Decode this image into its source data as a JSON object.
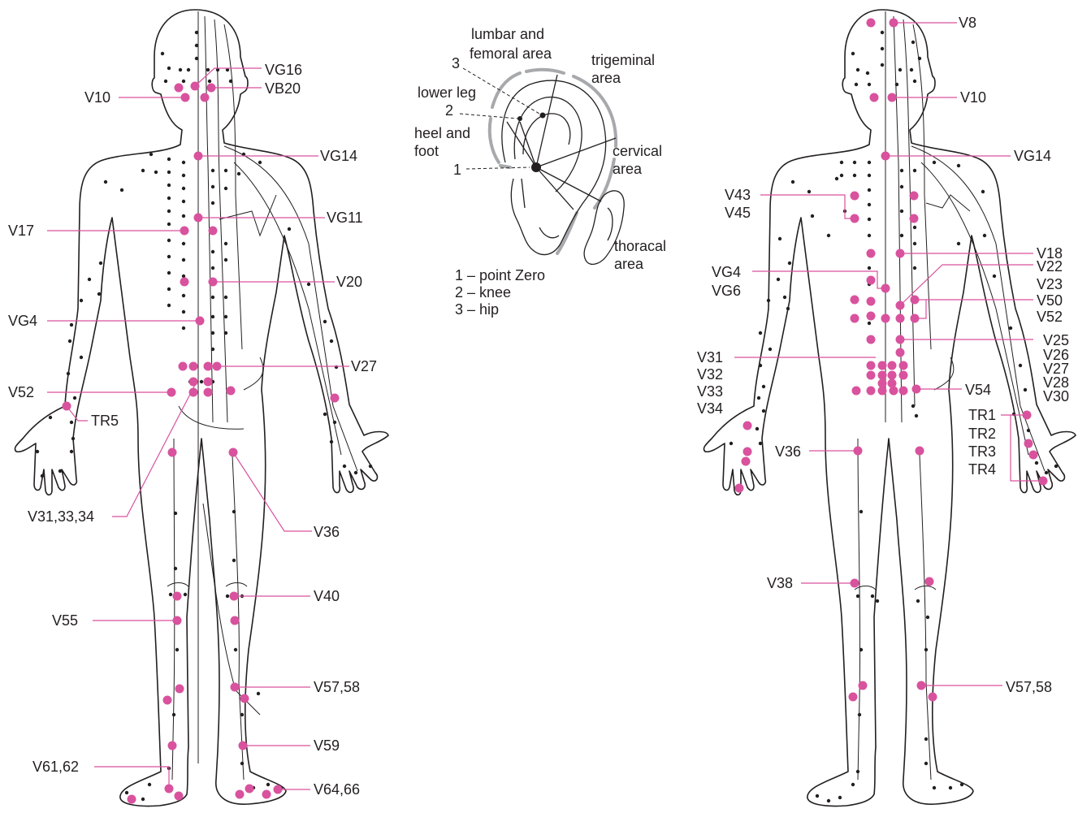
{
  "colors": {
    "accent": "#d9529e",
    "ink": "#231f20",
    "ear_zone": "#a7a9ac"
  },
  "ear": {
    "zones": {
      "lumbar": "lumbar and",
      "lumbar2": "femoral area",
      "trigeminal": "trigeminal",
      "trigeminal2": "area",
      "lower_leg": "lower leg",
      "heel": "heel and",
      "heel2": "foot",
      "cervical": "cervical",
      "cervical2": "area",
      "thoracal": "thoracal",
      "thoracal2": "area"
    },
    "markers": {
      "m1": "1",
      "m2": "2",
      "m3": "3"
    },
    "legend": {
      "l1": "1 – point Zero",
      "l2": "2 – knee",
      "l3": "3 – hip"
    }
  },
  "left_figure": {
    "labels": {
      "v10": "V10",
      "vg16": "VG16",
      "vb20": "VB20",
      "vg14": "VG14",
      "v17": "V17",
      "vg11": "VG11",
      "v20": "V20",
      "vg4": "VG4",
      "v27": "V27",
      "v52": "V52",
      "tr5": "TR5",
      "v31_33_34": "V31,33,34",
      "v36": "V36",
      "v40": "V40",
      "v55": "V55",
      "v57_58": "V57,58",
      "v59": "V59",
      "v61_62": "V61,62",
      "v64_66": "V64,66"
    }
  },
  "right_figure": {
    "labels": {
      "v8": "V8",
      "v10": "V10",
      "vg14": "VG14",
      "v43": "V43",
      "v45": "V45",
      "v18": "V18",
      "vg4": "VG4",
      "vg6": "VG6",
      "v22": "V22",
      "v23": "V23",
      "v50": "V50",
      "v52": "V52",
      "v25": "V25",
      "v26": "V26",
      "v27": "V27",
      "v28": "V28",
      "v30": "V30",
      "v31": "V31",
      "v32": "V32",
      "v33": "V33",
      "v34": "V34",
      "v54": "V54",
      "tr1": "TR1",
      "tr2": "TR2",
      "tr3": "TR3",
      "tr4": "TR4",
      "v36": "V36",
      "v38": "V38",
      "v57_58": "V57,58"
    }
  }
}
